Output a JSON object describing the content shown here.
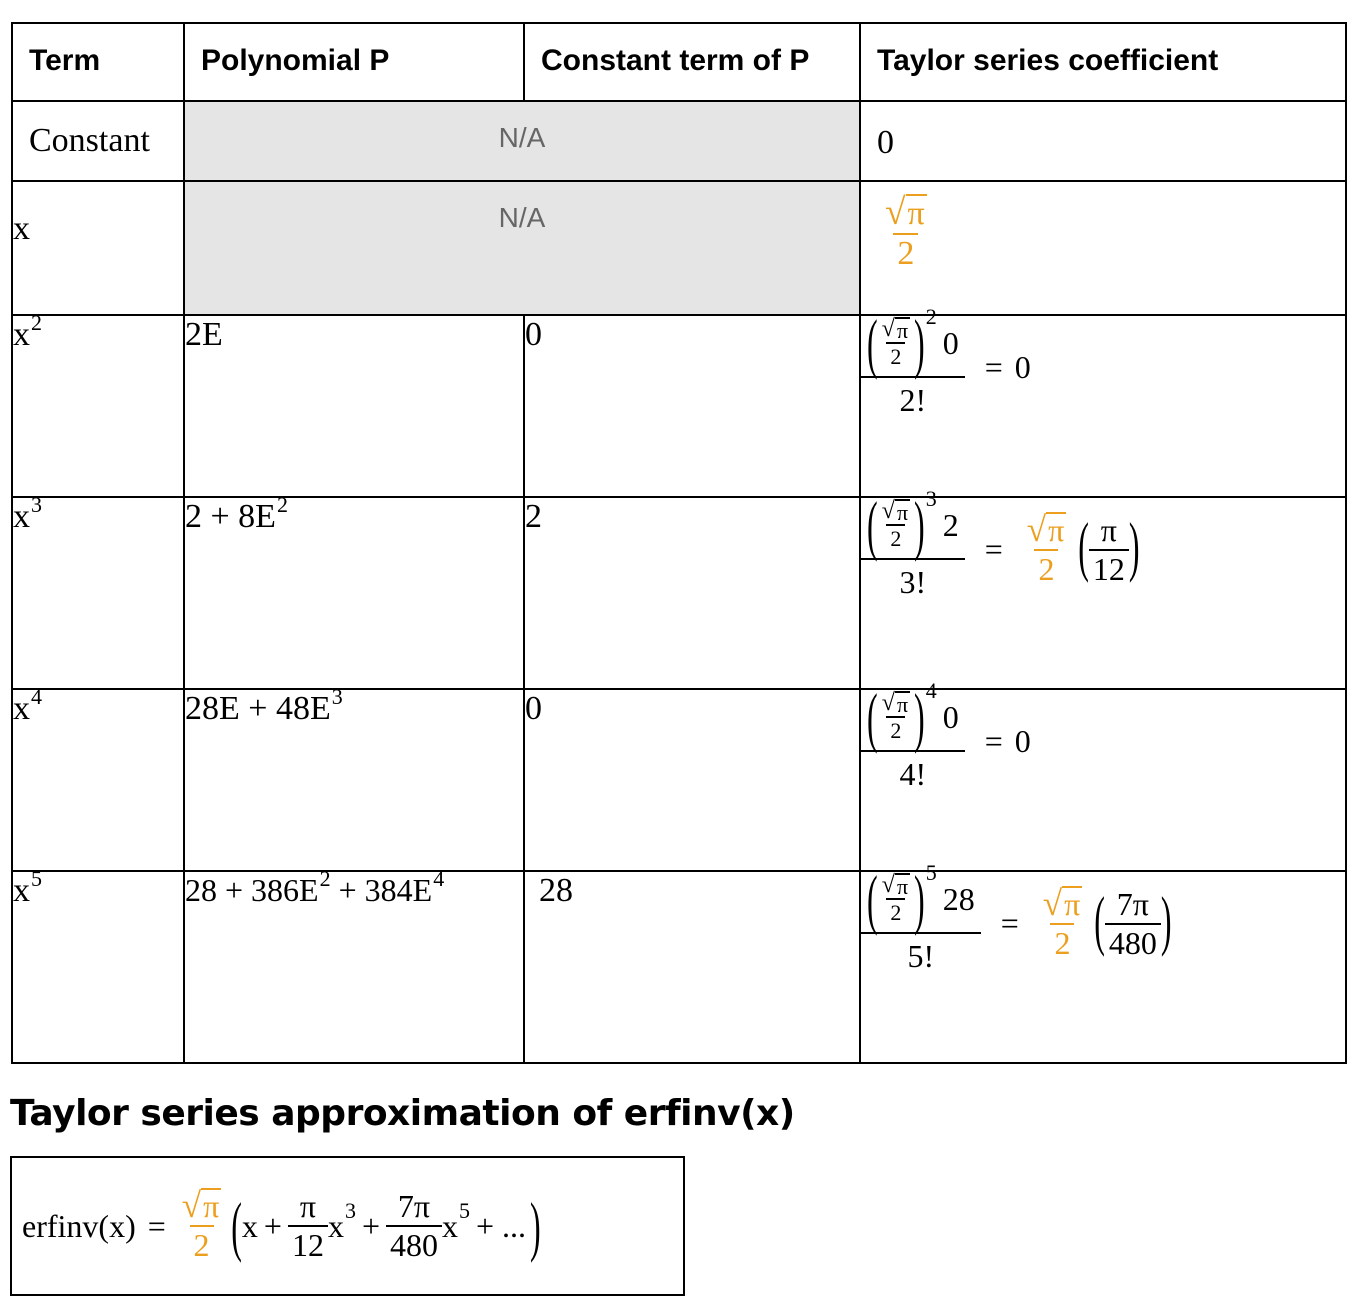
{
  "table": {
    "headers": [
      "Term",
      "Polynomial P",
      "Constant term of P",
      "Taylor series coefficient"
    ],
    "na_label": "N/A",
    "rows": [
      {
        "term": "Constant",
        "coefficient": "0"
      },
      {
        "term": "x"
      },
      {
        "term": "x",
        "exp": "2",
        "polynomial": "2E",
        "constant": "0",
        "power": "2",
        "mult": "0",
        "factorial": "2!",
        "result": "0"
      },
      {
        "term": "x",
        "exp": "3",
        "polynomial_a": "2 + 8E",
        "polynomial_a_exp": "2",
        "constant": "2",
        "power": "3",
        "mult": "2",
        "factorial": "3!",
        "result_num": "π",
        "result_den": "12"
      },
      {
        "term": "x",
        "exp": "4",
        "polynomial_a": "28E + 48E",
        "polynomial_a_exp": "3",
        "constant": "0",
        "power": "4",
        "mult": "0",
        "factorial": "4!",
        "result": "0"
      },
      {
        "term": "x",
        "exp": "5",
        "polynomial_a": "28 + 386E",
        "polynomial_a_exp": "2",
        "polynomial_b": " + 384E",
        "polynomial_b_exp": "4",
        "constant": "28",
        "power": "5",
        "mult": "28",
        "factorial": "5!",
        "result_num": "7π",
        "result_den": "480"
      }
    ]
  },
  "math": {
    "sqrt_pi": "π",
    "two": "2",
    "equals": "="
  },
  "section_title": "Taylor series approximation of erfinv(x)",
  "formula": {
    "lhs": "erfinv(x)",
    "x": "x",
    "plus": "+",
    "t1_num": "π",
    "t1_den": "12",
    "t1_exp": "3",
    "t2_num": "7π",
    "t2_den": "480",
    "t2_exp": "5",
    "ellipsis": "+ ..."
  },
  "colors": {
    "accent": "#ec9f1e",
    "na_background": "#e5e5e5"
  }
}
